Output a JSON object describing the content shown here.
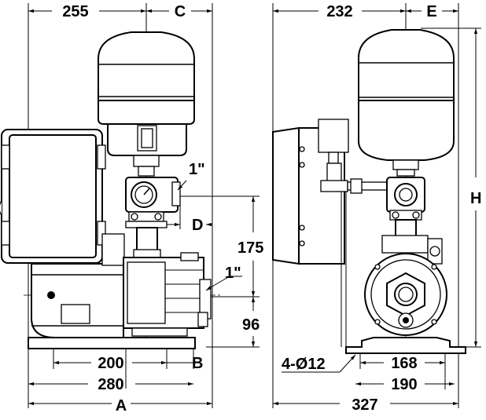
{
  "left_view": {
    "dim_top_left": "255",
    "dim_top_right": "C",
    "dim_fitting_top": "1\"",
    "dim_d": "D",
    "dim_height_175": "175",
    "dim_fitting_side": "1\"",
    "dim_height_96": "96",
    "dim_base_200": "200",
    "dim_b": "B",
    "dim_base_280": "280",
    "dim_total_a": "A"
  },
  "right_view": {
    "dim_top_left": "232",
    "dim_top_right": "E",
    "dim_height_h": "H",
    "dim_holes": "4-Ø12",
    "dim_base_168": "168",
    "dim_base_190": "190",
    "dim_total_327": "327"
  }
}
